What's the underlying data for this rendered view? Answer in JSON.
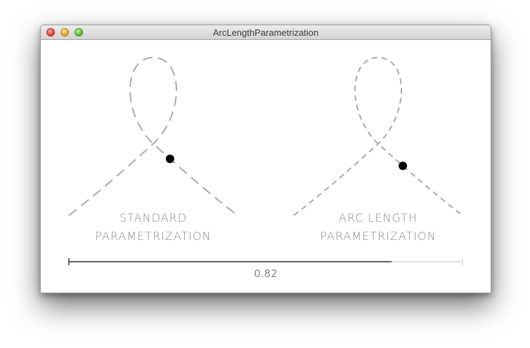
{
  "window": {
    "title": "ArcLengthParametrization"
  },
  "panels": [
    {
      "line1": "STANDARD",
      "line2": "PARAMETRIZATION"
    },
    {
      "line1": "ARC LENGTH",
      "line2": "PARAMETRIZATION"
    }
  ],
  "slider": {
    "value": 0.82,
    "value_label": "0.82",
    "min": 0,
    "max": 1
  },
  "colors": {
    "curve": "#aaaaaa",
    "dot": "#000000",
    "slider_filled": "#333333",
    "slider_track": "#d8d8d8",
    "label": "#888888"
  },
  "icons": {
    "close": "close-traffic-light-icon",
    "minimize": "minimize-traffic-light-icon",
    "maximize": "maximize-traffic-light-icon"
  }
}
